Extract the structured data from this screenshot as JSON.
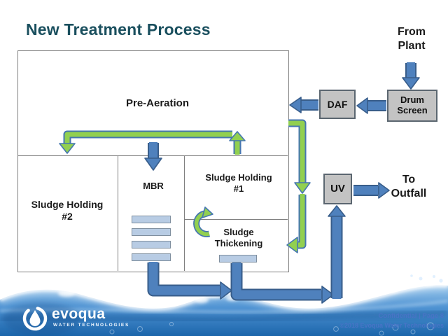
{
  "title": "New Treatment Process",
  "diagram": {
    "pre_aeration": "Pre-Aeration",
    "sludge_holding_2": "Sludge Holding\n#2",
    "mbr": "MBR",
    "sludge_holding_1": "Sludge Holding\n#1",
    "sludge_thickening": "Sludge\nThickening",
    "daf": "DAF",
    "drum_screen": "Drum\nScreen",
    "uv": "UV",
    "from_plant": "From\nPlant",
    "to_outfall": "To\nOutfall",
    "colors": {
      "flow_arrow_blue": "#4f81bd",
      "recycle_arrow_green": "#92d050",
      "equipment_box_gray": "#c3c3c3",
      "membrane_bar_blue": "#b8cce4",
      "title_teal": "#1a4f5e"
    }
  },
  "footer": {
    "brand": "evoqua",
    "brand_tagline": "WATER TECHNOLOGIES",
    "confidential": "Confidential  |  Page 8",
    "copyright": "©2018 Evoqua Water Technologies"
  }
}
